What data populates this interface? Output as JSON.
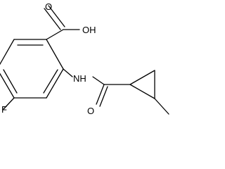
{
  "molecule": {
    "atoms": {
      "carboxyl_oxygen": "O",
      "hydroxyl": "OH",
      "fluorine": "F",
      "amide_nitrogen": "NH",
      "amide_oxygen": "O"
    }
  }
}
